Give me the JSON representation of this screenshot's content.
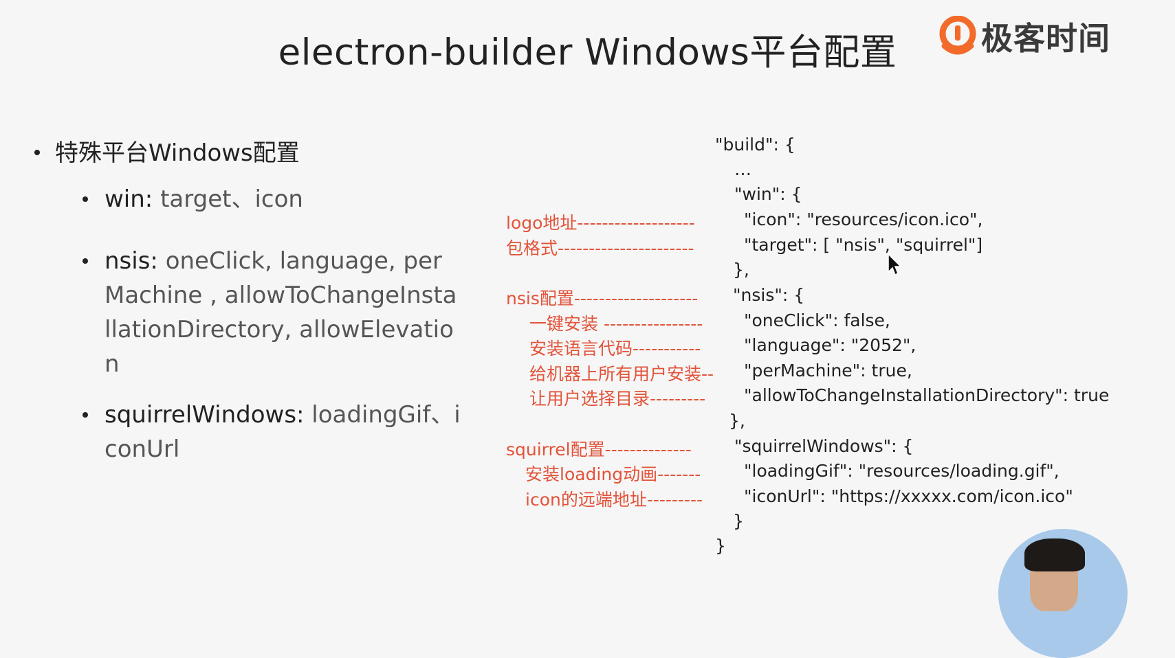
{
  "title": "electron-builder Windows平台配置",
  "brand": {
    "name": "极客时间",
    "accent": "#f26b2a"
  },
  "bullets": {
    "main": "特殊平台Windows配置",
    "items": [
      {
        "key": "win:",
        "value": " target、icon"
      },
      {
        "key": "nsis:",
        "value": " oneClick, language, perMachine , allowToChangeInstallationDirectory, allowElevation"
      },
      {
        "key": "squirrelWindows:",
        "value": " loadingGif、iconUrl"
      }
    ]
  },
  "code_lines": [
    "\"build\": {",
    "…",
    "\"win\": {",
    "\"icon\": \"resources/icon.ico\",",
    "\"target\": [ \"nsis\", \"squirrel\"]",
    "},",
    "\"nsis\": {",
    "\"oneClick\": false,",
    "\"language\": \"2052\",",
    "\"perMachine\": true,",
    "\"allowToChangeInstallationDirectory\": true",
    "},",
    "\"squirrelWindows\": {",
    "\"loadingGif\": \"resources/loading.gif\",",
    "\"iconUrl\": \"https://xxxxx.com/icon.ico\"",
    "}",
    "}"
  ],
  "annotations": [
    "logo地址-------------------",
    "包格式----------------------",
    "nsis配置--------------------",
    "一键安装 ----------------",
    "安装语言代码-----------",
    "给机器上所有用户安装--",
    "让用户选择目录---------",
    "squirrel配置--------------",
    "安装loading动画-------",
    "icon的远端地址---------"
  ],
  "annotation_color": "#e2533a"
}
